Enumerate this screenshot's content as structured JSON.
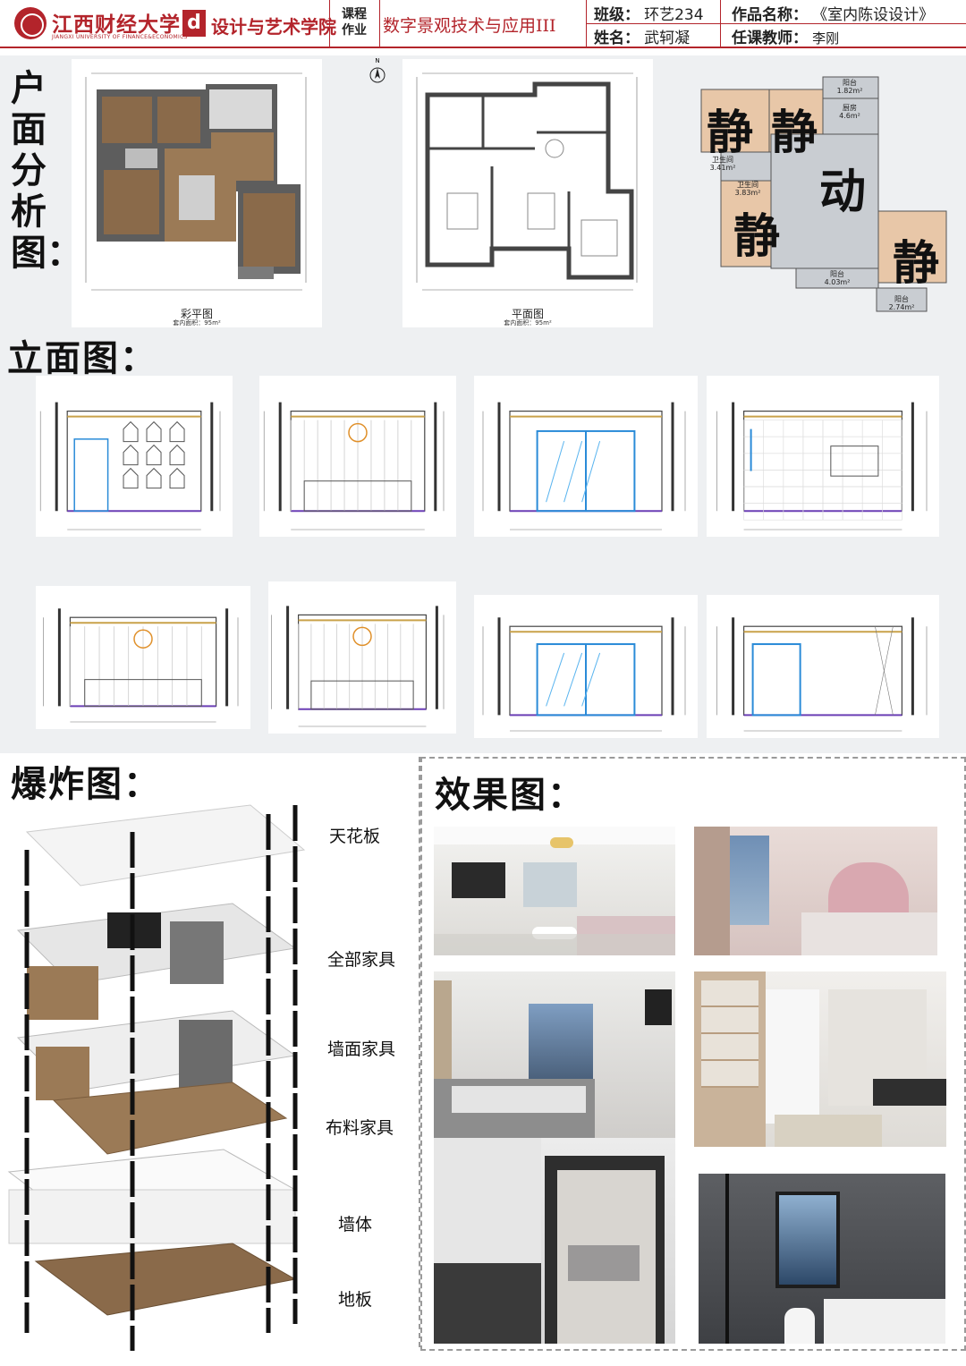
{
  "header": {
    "university": "江西财经大学",
    "university_en": "JIANGXI UNIVERSITY OF FINANCE&ECONOMICS",
    "college_mark": "d",
    "college": "设计与艺术学院",
    "homework_line1": "课程",
    "homework_line2": "作业",
    "course": "数字景观技术与应用III",
    "class_label": "班级：",
    "class_value": "环艺234",
    "work_label": "作品名称：",
    "work_value": "《室内陈设设计》",
    "name_label": "姓名：",
    "name_value": "武轲凝",
    "teacher_label": "任课教师：",
    "teacher_value": "李刚"
  },
  "sections": {
    "plan_analysis": "户面分析图：",
    "elevation": "立面图：",
    "explosion": "爆炸图：",
    "renders": "效果图："
  },
  "plans": {
    "color_caption": "彩平图",
    "color_sub": "套内面积：95m²",
    "flat_caption": "平面图",
    "flat_sub": "套内面积：95m²",
    "north": "N"
  },
  "zoning": {
    "zones": [
      "静",
      "静",
      "动",
      "静",
      "静"
    ],
    "rooms": {
      "balcony_top": "阳台\n1.82m²",
      "kitchen": "厨房\n4.6m²",
      "wc1": "卫生间\n3.41m²",
      "wc2": "卫生间\n3.83m²",
      "balcony_mid": "阳台\n4.03m²",
      "balcony_bottom": "阳台\n2.74m²"
    }
  },
  "explosion": {
    "layers": [
      "天花板",
      "全部家具",
      "墙面家具",
      "布料家具",
      "墙体",
      "地板"
    ]
  },
  "colors": {
    "brand_red": "#b3242b",
    "band_gray": "#eef0f2",
    "wood": "#8a6a4a",
    "zone_static": "#e8c7a8",
    "zone_dynamic": "#c9cdd2"
  }
}
